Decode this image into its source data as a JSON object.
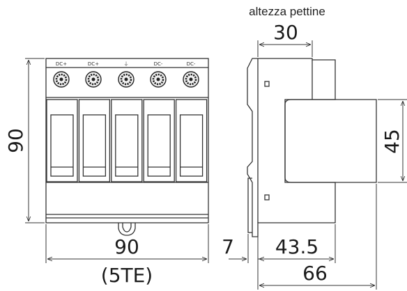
{
  "header_note": "altezza pettine",
  "terminal_labels": [
    "DC+",
    "DC+",
    "⏚",
    "DC-",
    "DC-"
  ],
  "dimensions": {
    "front_height": "90",
    "front_width": "90",
    "module_width": "(5TE)",
    "comb_height": "30",
    "front_depth": "45",
    "rail_offset": "7",
    "body_depth": "43.5",
    "total_depth": "66"
  }
}
